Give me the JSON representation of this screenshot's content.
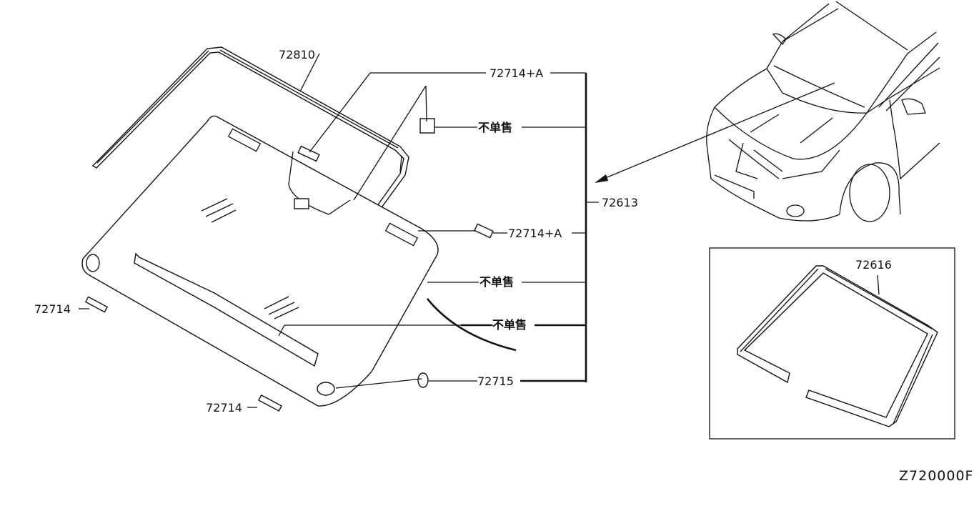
{
  "labels": {
    "moulding_top": "72810",
    "bracket_top_right": "72714+A",
    "not_sold_1": "不单售",
    "glass": "72613",
    "bracket_mid_right": "72714+A",
    "not_sold_2": "不单售",
    "not_sold_3": "不单售",
    "bracket_left": "72714",
    "clip": "72715",
    "bracket_bottom": "72714",
    "dam_kit": "72616"
  },
  "diagram_code": "Z720000F"
}
